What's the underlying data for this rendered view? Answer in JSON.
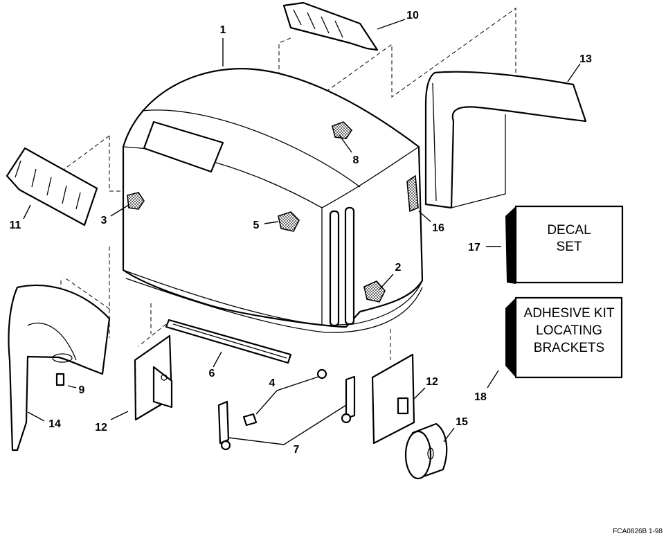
{
  "diagram": {
    "callouts": [
      {
        "id": "c1",
        "text": "1"
      },
      {
        "id": "c2",
        "text": "2"
      },
      {
        "id": "c3",
        "text": "3"
      },
      {
        "id": "c4",
        "text": "4"
      },
      {
        "id": "c5",
        "text": "5"
      },
      {
        "id": "c6",
        "text": "6"
      },
      {
        "id": "c7",
        "text": "7"
      },
      {
        "id": "c8",
        "text": "8"
      },
      {
        "id": "c9",
        "text": "9"
      },
      {
        "id": "c10",
        "text": "10"
      },
      {
        "id": "c11",
        "text": "11"
      },
      {
        "id": "c12a",
        "text": "12"
      },
      {
        "id": "c12b",
        "text": "12"
      },
      {
        "id": "c13",
        "text": "13"
      },
      {
        "id": "c14",
        "text": "14"
      },
      {
        "id": "c15",
        "text": "15"
      },
      {
        "id": "c16",
        "text": "16"
      },
      {
        "id": "c17",
        "text": "17"
      },
      {
        "id": "c18",
        "text": "18"
      }
    ],
    "decal_box": {
      "line1": "DECAL",
      "line2": "SET"
    },
    "adhesive_box": {
      "line1": "ADHESIVE KIT",
      "line2": "LOCATING",
      "line3": "BRACKETS"
    },
    "figure_code": "FCA0826B  1-98"
  }
}
